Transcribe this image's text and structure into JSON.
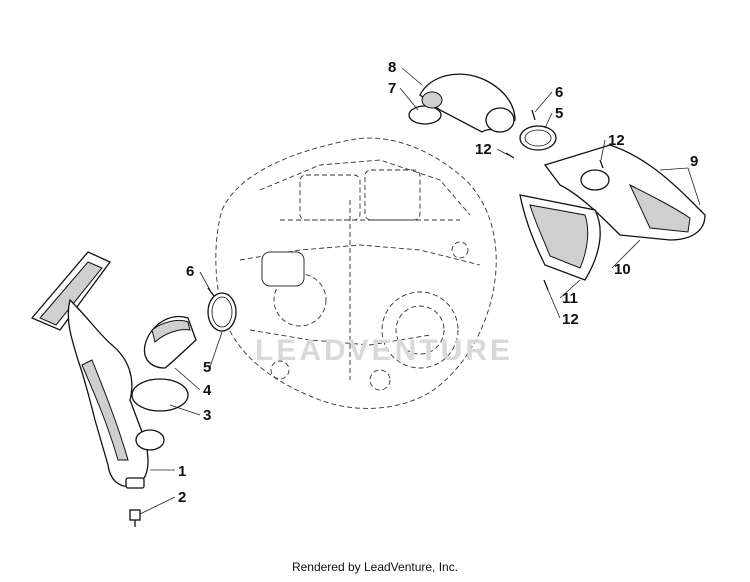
{
  "diagram": {
    "watermark": "LEADVENTURE",
    "callouts": [
      {
        "id": "c1",
        "label": "1"
      },
      {
        "id": "c2",
        "label": "2"
      },
      {
        "id": "c3",
        "label": "3"
      },
      {
        "id": "c4",
        "label": "4"
      },
      {
        "id": "c5a",
        "label": "5"
      },
      {
        "id": "c6a",
        "label": "6"
      },
      {
        "id": "c7",
        "label": "7"
      },
      {
        "id": "c8",
        "label": "8"
      },
      {
        "id": "c6b",
        "label": "6"
      },
      {
        "id": "c5b",
        "label": "5"
      },
      {
        "id": "c12a",
        "label": "12"
      },
      {
        "id": "c12b",
        "label": "12"
      },
      {
        "id": "c9",
        "label": "9"
      },
      {
        "id": "c10",
        "label": "10"
      },
      {
        "id": "c11",
        "label": "11"
      },
      {
        "id": "c12c",
        "label": "12"
      }
    ]
  },
  "footer": {
    "credit": "Rendered by LeadVenture, Inc."
  }
}
